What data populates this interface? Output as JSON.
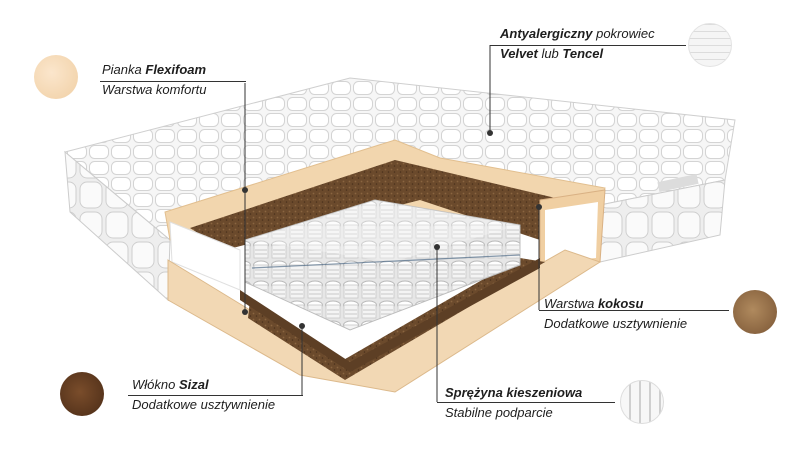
{
  "layers": [
    {
      "id": "flexifoam",
      "line1_prefix": "Pianka ",
      "line1_bold": "Flexifoam",
      "line1_suffix": "",
      "line2": "Warstwa komfortu",
      "icon": "foam-swatch-icon"
    },
    {
      "id": "cover",
      "line1_prefix": "",
      "line1_bold": "Antyalergiczny",
      "line1_suffix": " pokrowiec",
      "line2_bold1": "Velvet",
      "line2_mid": " lub ",
      "line2_bold2": "Tencel",
      "icon": "quilted-fabric-swatch-icon"
    },
    {
      "id": "coconut",
      "line1_prefix": "Warstwa ",
      "line1_bold": "kokosu",
      "line1_suffix": "",
      "line2": "Dodatkowe usztywnienie",
      "icon": "coconut-fiber-swatch-icon"
    },
    {
      "id": "sisal",
      "line1_prefix": "Włókno ",
      "line1_bold": "Sizal",
      "line1_suffix": "",
      "line2": "Dodatkowe usztywnienie",
      "icon": "sisal-fiber-swatch-icon"
    },
    {
      "id": "springs",
      "line1_prefix": "",
      "line1_bold": "Sprężyna kieszeniowa",
      "line1_suffix": "",
      "line2": "Stabilne podparcie",
      "icon": "pocket-spring-swatch-icon"
    }
  ],
  "colors": {
    "cover": "#f4f4f4",
    "foam": "#f3d9b6",
    "coconut": "#6a4a2e",
    "sisal": "#5a3b25",
    "leader": "#333333"
  },
  "product_image": "mattress-cutaway-illustration"
}
